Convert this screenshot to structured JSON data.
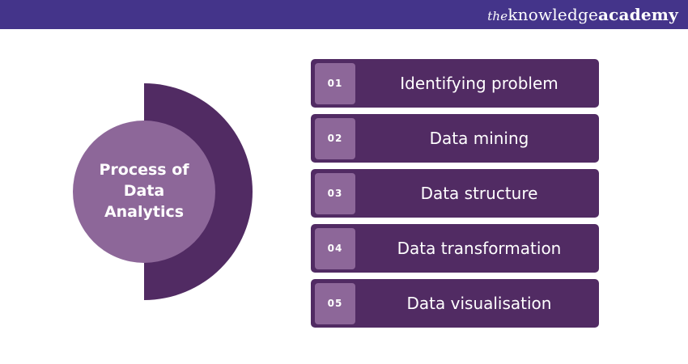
{
  "brand": {
    "prefix": "the",
    "middle": "knowledge",
    "suffix": "academy"
  },
  "center": {
    "line1": "Process of",
    "line2": "Data",
    "line3": "Analytics"
  },
  "steps": [
    {
      "number": "01",
      "label": "Identifying problem"
    },
    {
      "number": "02",
      "label": "Data mining"
    },
    {
      "number": "03",
      "label": "Data structure"
    },
    {
      "number": "04",
      "label": "Data transformation"
    },
    {
      "number": "05",
      "label": "Data visualisation"
    }
  ],
  "colors": {
    "header": "#44348a",
    "dark_purple": "#512b63",
    "light_purple": "#8d6799",
    "text": "#ffffff"
  }
}
